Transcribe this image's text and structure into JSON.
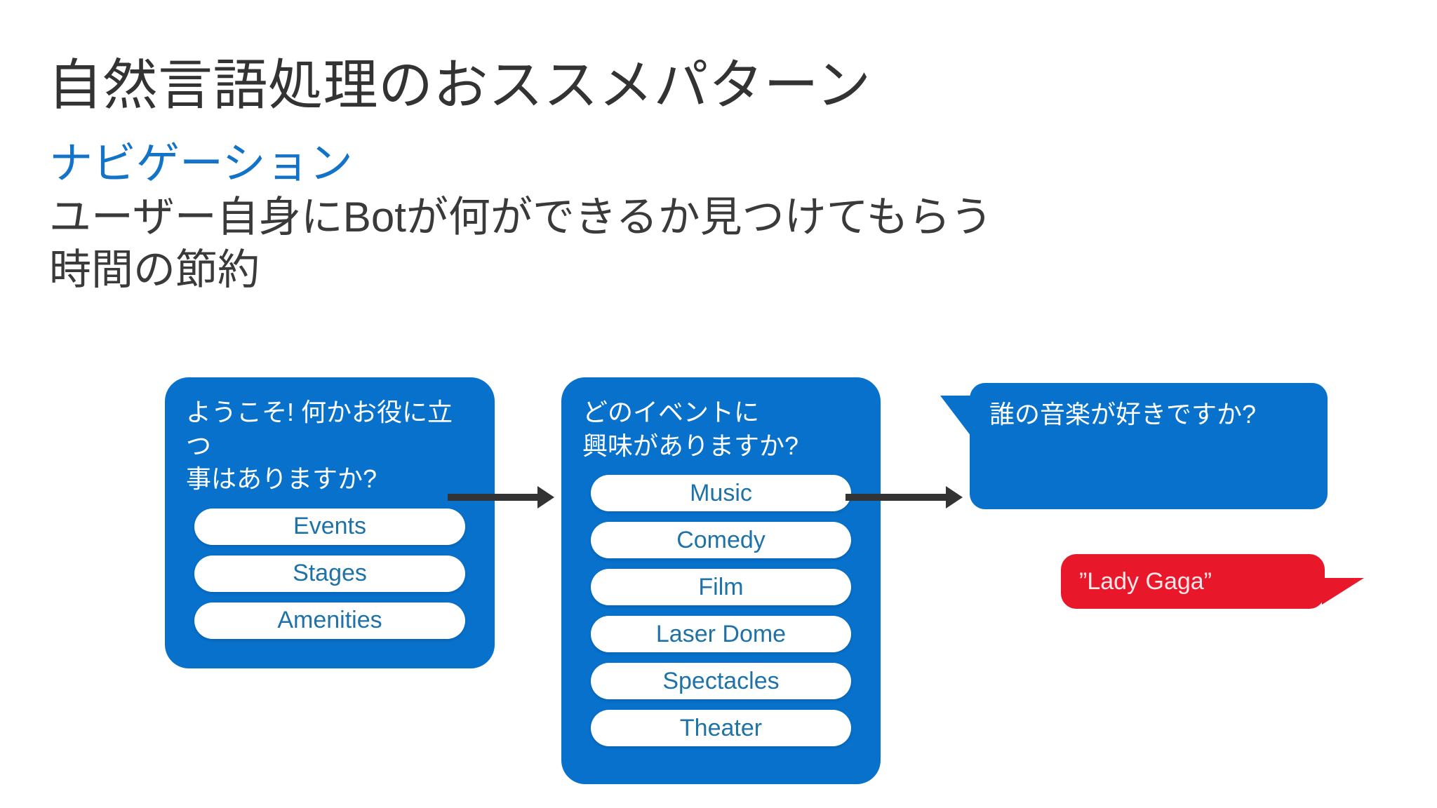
{
  "slide": {
    "title": "自然言語処理のおススメパターン",
    "subtitle_accent": "ナビゲーション",
    "subtitle_lines": [
      "ユーザー自身にBotが何ができるか見つけてもらう",
      "時間の節約"
    ]
  },
  "colors": {
    "bot_blue": "#0771CC",
    "accent_blue": "#1373C9",
    "user_red": "#E8172A",
    "pill_text": "#1F72A8",
    "title_gray": "#333333",
    "arrow_gray": "#333333"
  },
  "diagram": {
    "cards": [
      {
        "id": "card-welcome",
        "prompt": "ようこそ! 何かお役に立つ\n事はありますか?",
        "options": [
          "Events",
          "Stages",
          "Amenities"
        ]
      },
      {
        "id": "card-events",
        "prompt": "どのイベントに\n興味がありますか?",
        "options": [
          "Music",
          "Comedy",
          "Film",
          "Laser Dome",
          "Spectacles",
          "Theater"
        ]
      }
    ],
    "bubbles": [
      {
        "id": "bubble-bot",
        "role": "bot",
        "text": "誰の音楽が好きですか?"
      },
      {
        "id": "bubble-user",
        "role": "user",
        "text": "”Lady Gaga”"
      }
    ],
    "connectors": [
      {
        "id": "connector-1",
        "from": "Events",
        "to": "card-events"
      },
      {
        "id": "connector-2",
        "from": "Music",
        "to": "bubble-bot"
      }
    ]
  }
}
